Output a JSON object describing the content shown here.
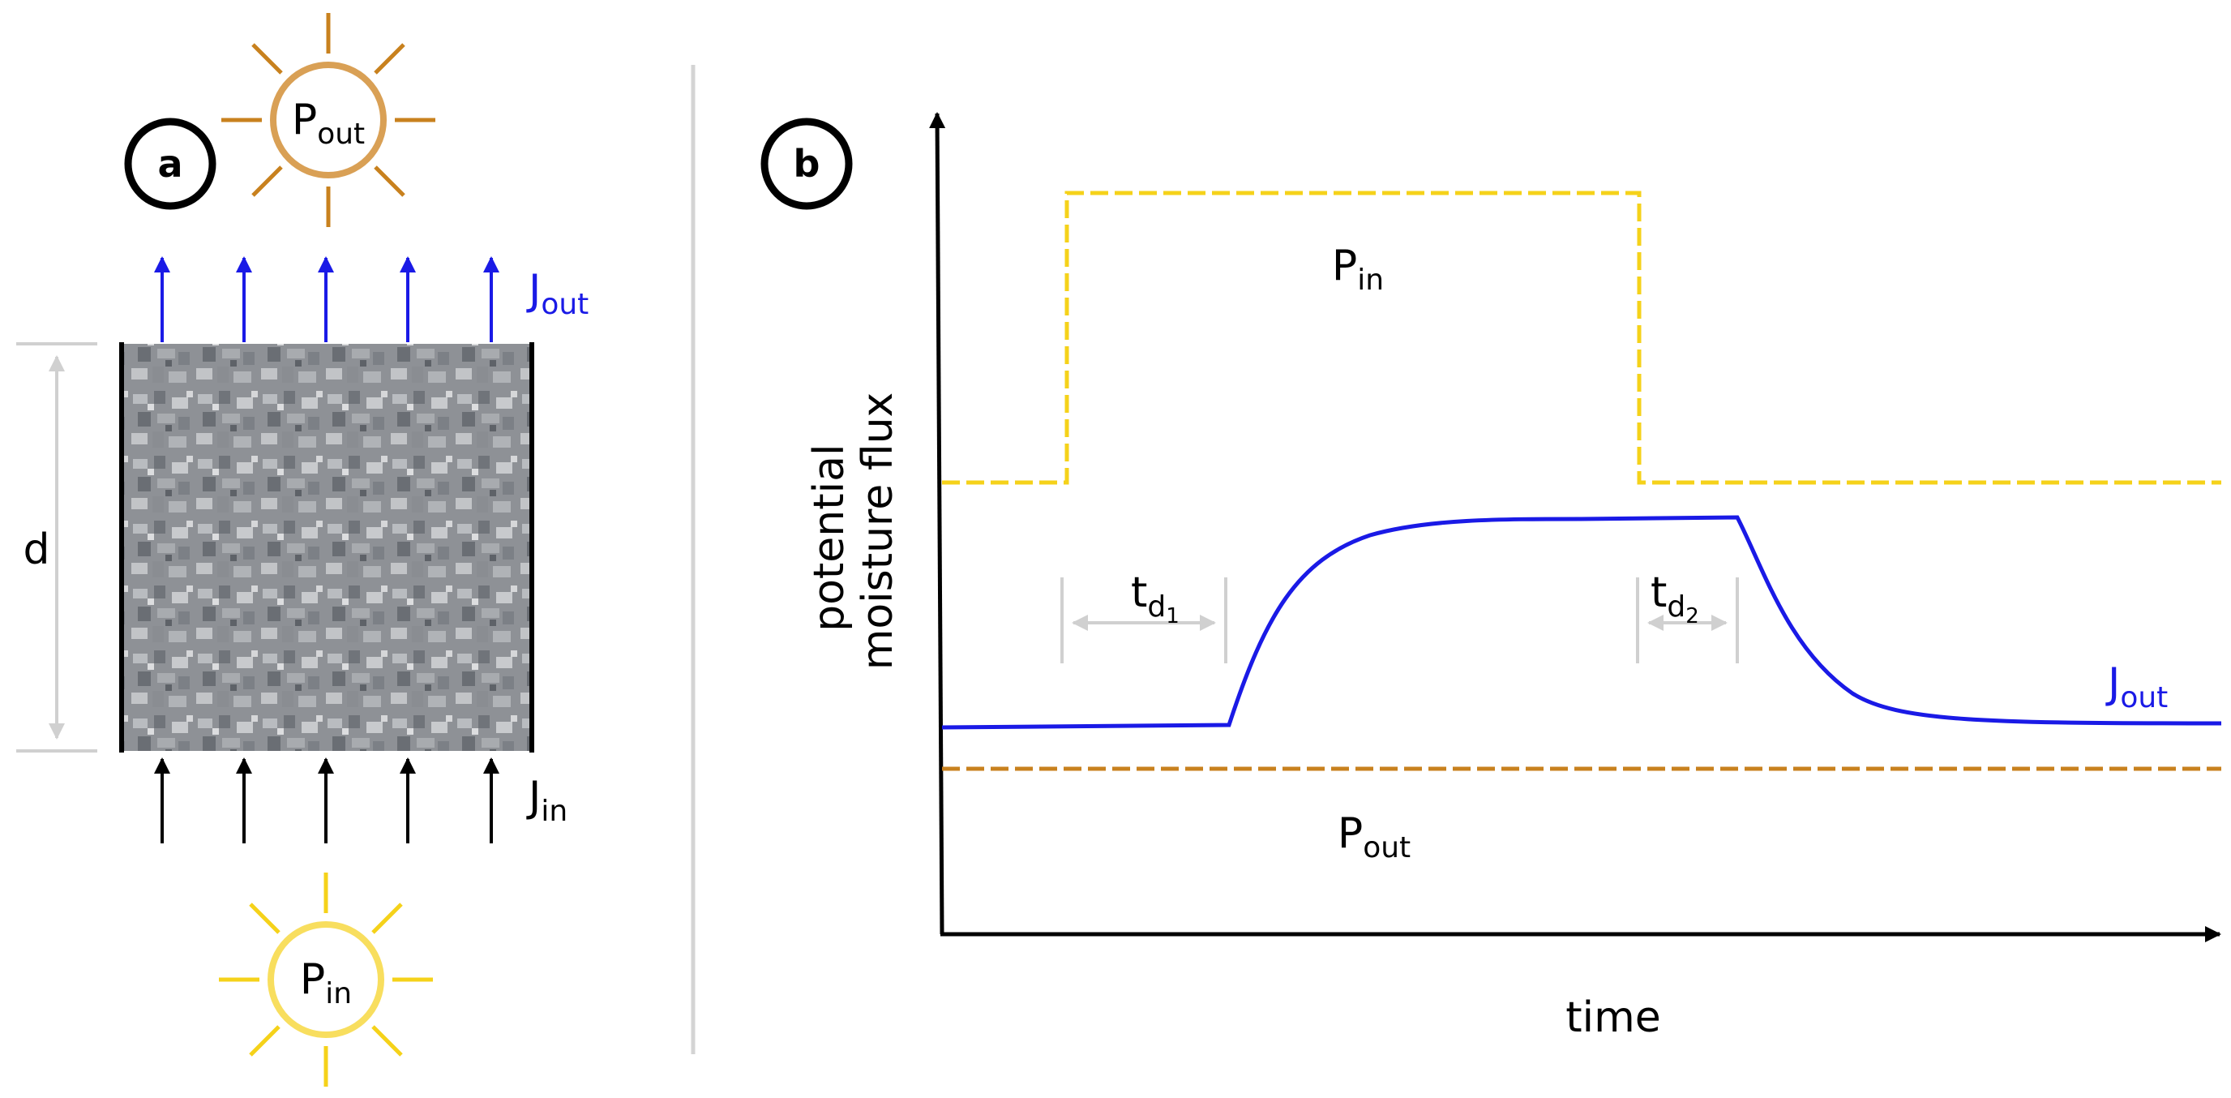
{
  "panel_a": {
    "badge": "a",
    "sun_top": {
      "main": "P",
      "sub": "out"
    },
    "sun_bottom": {
      "main": "P",
      "sub": "in"
    },
    "j_out": {
      "main": "J",
      "sub": "out"
    },
    "j_in": {
      "main": "J",
      "sub": "in"
    },
    "thickness_label": "d"
  },
  "panel_b": {
    "badge": "b",
    "y_axis_line1": "potential",
    "y_axis_line2": "moisture flux",
    "x_axis": "time",
    "p_in": {
      "main": "P",
      "sub": "in"
    },
    "p_out": {
      "main": "P",
      "sub": "out"
    },
    "j_out": {
      "main": "J",
      "sub": "out"
    },
    "td1": {
      "main": "t",
      "sub": "d",
      "subsub": "1"
    },
    "td2": {
      "main": "t",
      "sub": "d",
      "subsub": "2"
    }
  },
  "colors": {
    "p_in": "#f5d21a",
    "p_out": "#c8811e",
    "j_out": "#1a1ae6",
    "j_in": "#000000",
    "dimension": "#d0d0d0",
    "divider": "#d4d4d4"
  }
}
